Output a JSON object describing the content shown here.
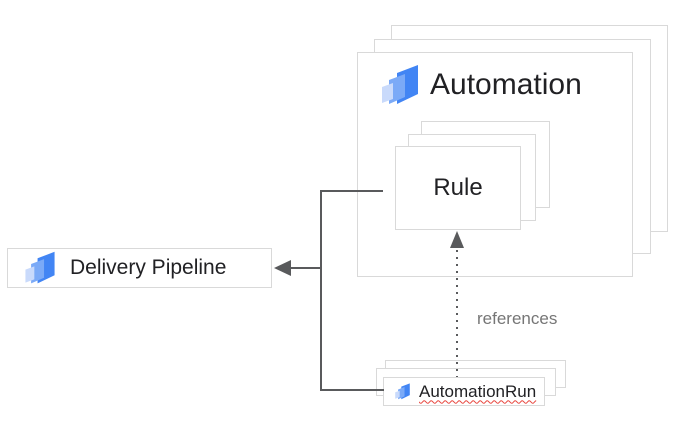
{
  "colors": {
    "blue-dark": "#4285F4",
    "blue-mid": "#7BAAF7",
    "blue-light": "#C9DAFB",
    "border": "#d9d9d9",
    "line": "#595a5c",
    "text": "#212124",
    "muted": "#767676",
    "squiggle": "#e8443c",
    "bg": "#ffffff"
  },
  "nodes": {
    "automation": {
      "label": "Automation",
      "stacked": true,
      "icon": "cloud-deploy-icon"
    },
    "rule": {
      "label": "Rule",
      "stacked": true
    },
    "delivery_pipeline": {
      "label": "Delivery Pipeline",
      "icon": "cloud-deploy-icon"
    },
    "automation_run": {
      "label": "AutomationRun",
      "stacked": true,
      "icon": "cloud-deploy-icon",
      "spellcheck_underline": true
    }
  },
  "edges": {
    "automation_to_delivery": {
      "type": "solid-arrow",
      "direction": "left"
    },
    "references": {
      "label": "references",
      "type": "dotted-arrow",
      "from": "automation_run",
      "to": "rule"
    }
  }
}
